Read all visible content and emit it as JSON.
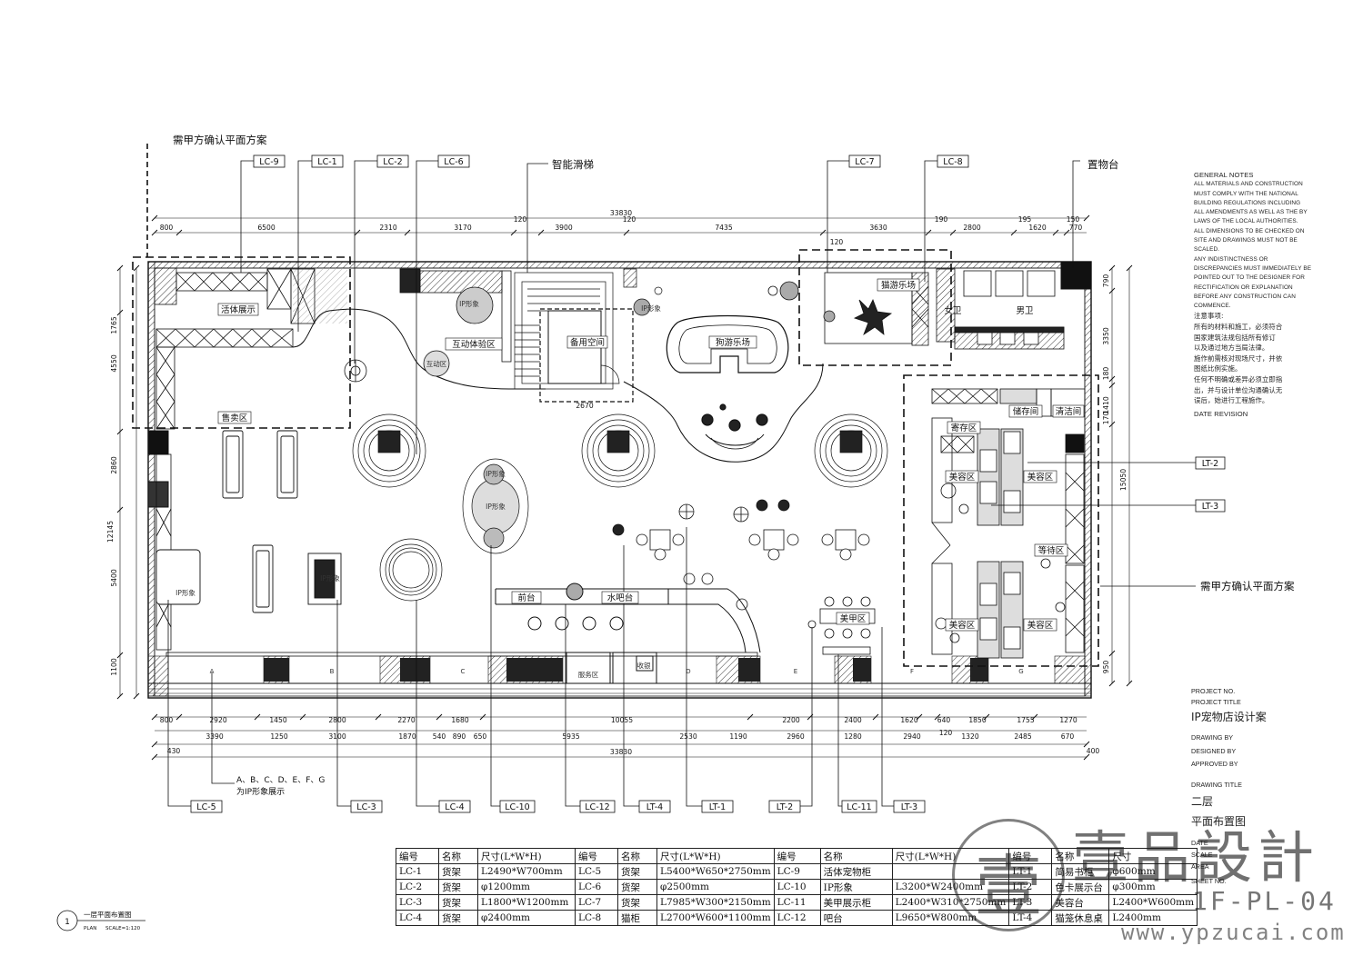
{
  "notes": {
    "heading": "GENERAL NOTES",
    "en_lines": [
      "ALL MATERIALS AND CONSTRUCTION",
      "MUST COMPLY WITH THE NATIONAL",
      "BUILDING REGULATIONS INCLUDING",
      "ALL AMENDMENTS AS WELL AS THE BY",
      "LAWS OF THE LOCAL AUTHORITIES.",
      "ALL DIMENSIONS TO BE CHECKED ON",
      "SITE AND DRAWINGS MUST NOT BE",
      "SCALED.",
      "ANY INDISTINCTNESS OR",
      "DISCREPANCIES MUST IMMEDIATELY BE",
      "POINTED OUT TO THE DESIGNER FOR",
      "RECTIFICATION OR EXPLANATION",
      "BEFORE ANY CONSTRUCTION CAN",
      "COMMENCE."
    ],
    "cn_lines": [
      "注意事项:",
      "所有的材料和施工，必须符合",
      "国家建筑法规包括所有修订",
      "以及通过地方当局法律。",
      "施作前需核对现场尺寸，并依",
      "图纸比例实施。",
      "任何不明确或差异必须立即指",
      "出，并与设计单位沟通确认无",
      "误后，始进行工程施作。"
    ],
    "date_revision": "DATE REVISION"
  },
  "title_block": {
    "project_no": "PROJECT NO.",
    "project_title_label": "PROJECT TITLE",
    "project_title": "IP宠物店设计案",
    "drawing_by": "DRAWING BY",
    "designed_by": "DESIGNED BY",
    "approved_by": "APPROVED BY",
    "drawing_title_label": "DRAWING TITLE",
    "floor": "二层",
    "drawing_title": "平面布置图",
    "date": "DATE",
    "scale": "SCALE",
    "area": "AREA",
    "sheet_no": "SHEET NO."
  },
  "plan_caption": {
    "number": "1",
    "title": "一层平面布置图",
    "sub_left": "PLAN",
    "sub_right": "SCALE=1:120"
  },
  "watermark": {
    "brand": "壹品設計",
    "code": "1F-PL-04",
    "site": "www.ypzucai.com",
    "logo_glyph": "壹"
  },
  "schedule": {
    "headers": [
      "编号",
      "名称",
      "尺寸(L*W*H)",
      "编号",
      "名称",
      "尺寸(L*W*H)",
      "编号",
      "名称",
      "尺寸(L*W*H)",
      "编号",
      "名称",
      "尺寸"
    ],
    "rows": [
      [
        "LC-1",
        "货架",
        "L2490*W700mm",
        "LC-5",
        "货架",
        "L5400*W650*2750mm",
        "LC-9",
        "活体宠物柜",
        "",
        "LT-1",
        "简易书柜",
        "φ600mm"
      ],
      [
        "LC-2",
        "货架",
        "φ1200mm",
        "LC-6",
        "货架",
        "φ2500mm",
        "LC-10",
        "IP形象",
        "L3200*W2400mm",
        "LT-2",
        "色卡展示台",
        "φ300mm"
      ],
      [
        "LC-3",
        "货架",
        "L1800*W1200mm",
        "LC-7",
        "货架",
        "L7985*W300*2150mm",
        "LC-11",
        "美甲展示柜",
        "L2400*W310*2750mm",
        "LT-3",
        "美容台",
        "L2400*W600mm"
      ],
      [
        "LC-4",
        "货架",
        "φ2400mm",
        "LC-8",
        "猫柜",
        "L2700*W600*1100mm",
        "LC-12",
        "吧台",
        "L9650*W800mm",
        "LT-4",
        "猫笼休息桌",
        "L2400mm"
      ]
    ]
  },
  "plan": {
    "top_callouts": [
      "需甲方确认平面方案",
      "LC-9",
      "LC-1",
      "LC-2",
      "LC-6",
      "智能滑梯",
      "LC-7",
      "LC-8",
      "置物台"
    ],
    "bottom_callouts": [
      "LC-5",
      "LC-3",
      "LC-4",
      "LC-10",
      "LC-12",
      "LT-4",
      "LT-1",
      "LT-2",
      "LC-11",
      "LT-3"
    ],
    "right_callouts": [
      "LT-2",
      "LT-3",
      "需甲方确认平面方案"
    ],
    "ip_note": [
      "A、B、C、D、E、F、G",
      "为IP形象展示"
    ],
    "rooms": [
      "活体展示",
      "售卖区",
      "互动体验区",
      "备用空间",
      "狗游乐场",
      "猫游乐场",
      "女卫",
      "男卫",
      "寄存区",
      "美容区",
      "美容区",
      "等待区",
      "美容区",
      "美容区",
      "储存间",
      "清洁间",
      "前台",
      "水吧台",
      "美甲区",
      "IP形象",
      "IP形象",
      "IP形象",
      "IP形象",
      "IP形象",
      "IP形象",
      "互动区"
    ],
    "top_total": "33830",
    "top_dims": [
      "800",
      "6500",
      "2310",
      "3170",
      "120",
      "3900",
      "120",
      "7435",
      "3630",
      "190",
      "2800",
      "195",
      "1620",
      "150",
      "770",
      "120"
    ],
    "bottom_total": "33830",
    "bottom_dims_1": [
      "800",
      "2920",
      "1450",
      "2800",
      "2270",
      "1680",
      "10055",
      "2200",
      "2400",
      "1620",
      "640",
      "1850",
      "1755",
      "1270"
    ],
    "bottom_dims_2": [
      "3390",
      "1250",
      "3100",
      "1870",
      "540",
      "890",
      "650",
      "5935",
      "2530",
      "1190",
      "2960",
      "1280",
      "2940",
      "1320",
      "2485",
      "670"
    ],
    "bottom_small": [
      "430",
      "120",
      "400"
    ],
    "left_total": "12145",
    "left_dims": [
      "1765",
      "4550",
      "2860",
      "5400",
      "1100"
    ],
    "right_total": "15050",
    "right_dims": [
      "790",
      "3350",
      "180",
      "1410",
      "170",
      "950"
    ],
    "mid_dim": "2670",
    "zone_letters": [
      "A",
      "B",
      "C",
      "D",
      "E",
      "F",
      "G"
    ],
    "small_labels": [
      "服务区",
      "收银"
    ]
  }
}
